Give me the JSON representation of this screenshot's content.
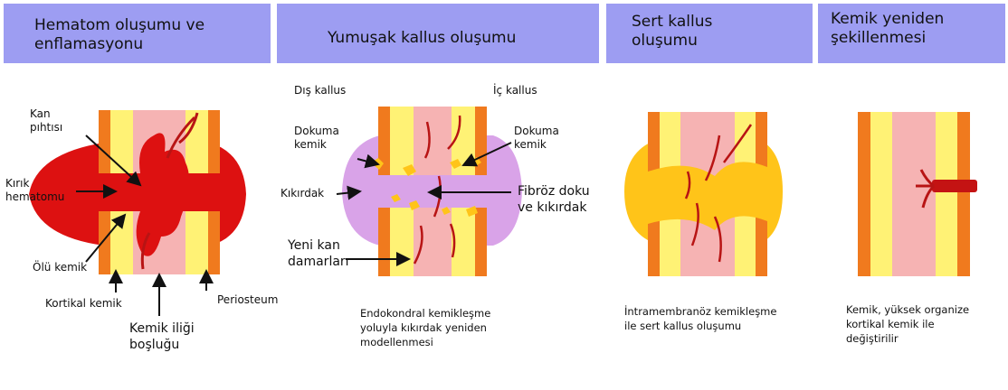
{
  "stages": [
    {
      "title": "Hematom oluşumu ve\nenflamasyonu",
      "caption": ""
    },
    {
      "title": "Yumuşak kallus oluşumu",
      "caption": "Endokondral kemikleşme\nyoluyla kıkırdak yeniden\nmodellenmesi"
    },
    {
      "title": "Sert kallus\noluşumu",
      "caption": "İntramembranöz kemikleşme\nile sert kallus oluşumu"
    },
    {
      "title": "Kemik yeniden\nşekillenmesi",
      "caption": "Kemik, yüksek organize\nkortikal kemik ile\ndeğiştirilir"
    }
  ],
  "labels": {
    "kan_pihtisi": "Kan\npıhtısı",
    "kirik_hematomu": "Kırık\nhematomu",
    "olu_kemik": "Ölü kemik",
    "kortikal_kemik": "Kortikal kemik",
    "periosteum": "Periosteum",
    "kemik_iligi": "Kemik iliği\nboşluğu",
    "dis_kallus": "Dış kallus",
    "ic_kallus": "İç kallus",
    "dokuma_kemik_left": "Dokuma\nkemik",
    "dokuma_kemik_right": "Dokuma\nkemik",
    "kikirdak": "Kıkırdak",
    "fibroz": "Fibröz doku\nve kıkırdak",
    "yeni_kan": "Yeni kan\ndamarları"
  },
  "colors": {
    "header": "#9d9df2",
    "cortex_outer": "#f07a1e",
    "cortex_inner": "#fff275",
    "marrow": "#f6b3b3",
    "hematoma": "#dd1111",
    "soft_callus": "#d9a3e8",
    "hard_callus": "#ffc419",
    "vessel": "#b81414"
  }
}
